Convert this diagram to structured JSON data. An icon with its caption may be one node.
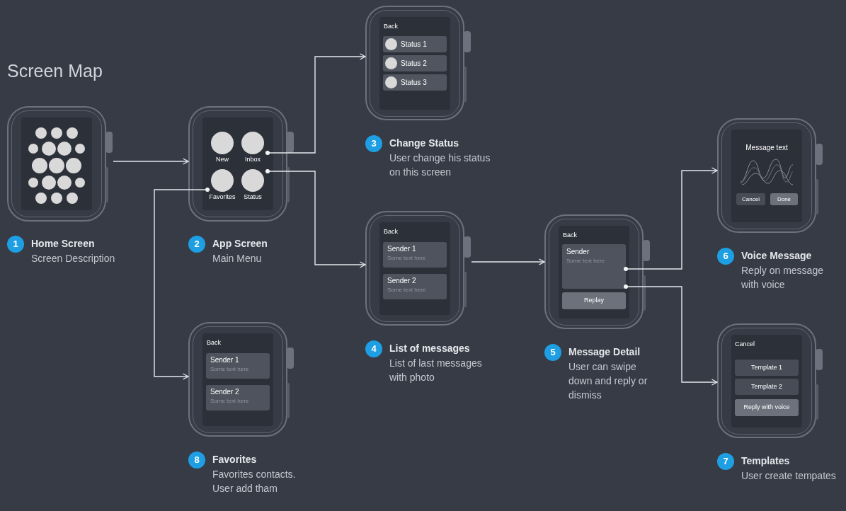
{
  "diagram": {
    "title": "Screen Map",
    "nodes": [
      {
        "text": [],
        "shape": "picture",
        "beside": [
          "1",
          "Home Screen",
          "Screen Description"
        ]
      },
      {
        "text": [],
        "shape": "picture",
        "beside": [
          "2",
          "App Screen",
          "Main Menu"
        ]
      },
      {
        "text": [
          "New"
        ],
        "in": 1
      },
      {
        "text": [
          "Inbox"
        ],
        "in": 1
      },
      {
        "text": [
          "Favorites"
        ],
        "in": 1
      },
      {
        "text": [
          "Status"
        ],
        "in": 1
      },
      {
        "text": [
          "Back",
          "Status 1",
          "Status 2",
          "Status 3"
        ],
        "beside": [
          "3",
          "Change Status",
          "User change his status on this screen"
        ]
      },
      {
        "text": [
          "Back",
          "Sender 1",
          "Some text here",
          "Sender 2",
          "Some text here"
        ],
        "beside": [
          "4",
          "List of messages",
          "List of last messages with photo"
        ]
      },
      {
        "text": [
          "Back",
          "Replay"
        ],
        "beside": [
          "5",
          "Message Detail",
          "User can swipe down and reply or dismiss"
        ]
      },
      {
        "text": [
          "Sender",
          "Some text here"
        ],
        "in": 8
      },
      {
        "text": [
          "Message text",
          "Cancel",
          "Done"
        ],
        "beside": [
          "6",
          "Voice Message",
          "Reply on message with voice"
        ]
      },
      {
        "text": [
          "Cancel",
          "Template 1",
          "Template 2",
          "Reply with voice"
        ],
        "beside": [
          "7",
          "Templates",
          "User create tempates"
        ]
      },
      {
        "text": [
          "Back",
          "Sender 1",
          "Some text here",
          "Sender 2",
          "Some text here"
        ],
        "beside": [
          "8",
          "Favorites",
          "Favorites contacts. User add tham"
        ]
      }
    ],
    "edges": [
      {
        "from": 0,
        "to": 1,
        "arrow": "to"
      },
      {
        "from": 3,
        "to": 6,
        "arrow": "to"
      },
      {
        "from": 5,
        "to": 7,
        "arrow": "to"
      },
      {
        "from": 4,
        "to": 12,
        "arrow": "to"
      },
      {
        "from": 7,
        "to": 8,
        "arrow": "to"
      },
      {
        "from": 9,
        "to": 10,
        "arrow": "to"
      },
      {
        "from": 9,
        "to": 11,
        "arrow": "to"
      }
    ]
  }
}
